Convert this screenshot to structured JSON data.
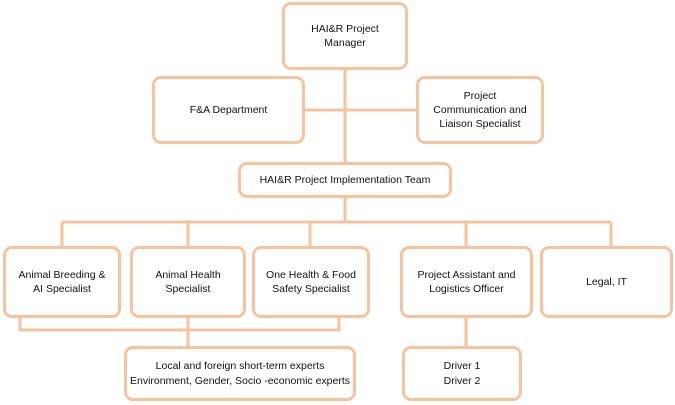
{
  "colors": {
    "border": "#f5c49e",
    "line": "#f5c49e",
    "text": "#111111"
  },
  "nodes": {
    "project_manager": "HAI&R Project\nManager",
    "fa_department": "F&A Department",
    "communication_specialist": "Project\nCommunication and\nLiaison Specialist",
    "implementation_team": "HAI&R Project  Implementation Team",
    "animal_breeding": "Animal Breeding &\nAI Specialist",
    "animal_health": "Animal Health\nSpecialist",
    "one_health": "One Health & Food\nSafety Specialist",
    "project_assistant": "Project Assistant and\nLogistics Officer",
    "legal_it": "Legal, IT",
    "short_term_experts": "Local and foreign short-term experts\nEnvironment, Gender, Socio -economic experts",
    "drivers": "Driver 1\nDriver 2"
  }
}
